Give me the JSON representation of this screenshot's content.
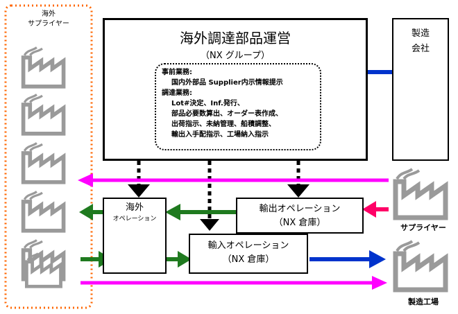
{
  "overseas_suppliers": {
    "label_line1": "海外",
    "label_line2": "サプライヤー"
  },
  "main_box": {
    "title": "海外調達部品運営",
    "subtitle": "（NX グループ）",
    "tasks": {
      "pre_label": "事前業務:",
      "pre_item1": "国内外部品 Supplier内示情報提示",
      "proc_label": "調達業務:",
      "proc_item1": "Lot#決定、Inf.発行、",
      "proc_item2": "部品必要数算出、オーダー表作成、",
      "proc_item3": "出荷指示、未納管理、船積調整、",
      "proc_item4": "輸出入手配指示、工場納入指示"
    }
  },
  "manufacturer": {
    "line1": "製造",
    "line2": "会社"
  },
  "overseas_ops": {
    "line1": "海外",
    "line2": "オペレーション"
  },
  "export_ops": {
    "line1": "輸出オペレーション",
    "line2": "（NX 倉庫）"
  },
  "import_ops": {
    "line1": "輸入オペレーション",
    "line2": "（NX 倉庫）"
  },
  "supplier_label": "サプライヤー",
  "factory_label": "製造工場",
  "colors": {
    "magenta": "#ff00ff",
    "green": "#1f7a1f",
    "blue": "#0033cc",
    "pink": "#ff0066",
    "orange": "#ff6600",
    "factory_gray": "#9a9a9a"
  }
}
